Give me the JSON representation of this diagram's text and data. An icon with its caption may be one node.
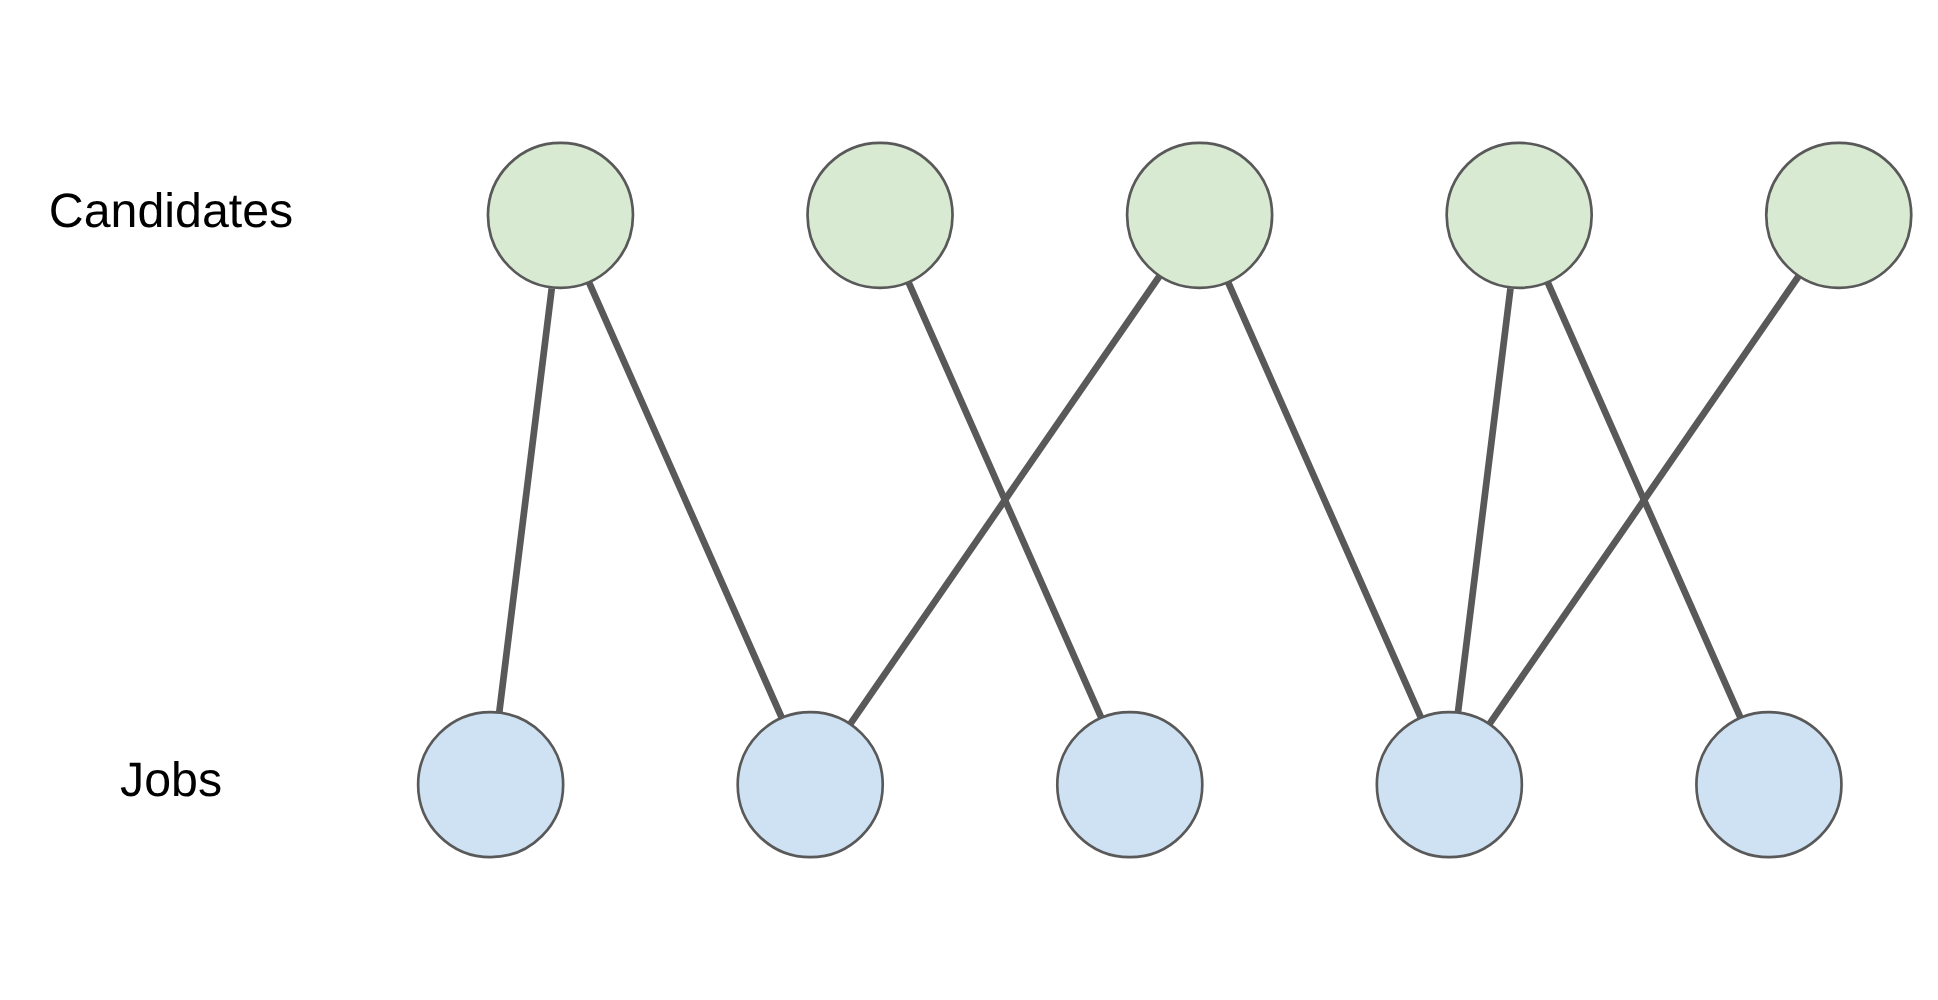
{
  "diagram": {
    "nodes": [
      {
        "text": [],
        "shape": "circle"
      },
      {
        "text": [],
        "shape": "circle"
      },
      {
        "text": [],
        "shape": "circle"
      },
      {
        "text": [],
        "shape": "circle"
      },
      {
        "text": [],
        "shape": "circle"
      },
      {
        "text": [],
        "shape": "circle"
      },
      {
        "text": [],
        "shape": "circle"
      },
      {
        "text": [],
        "shape": "circle"
      },
      {
        "text": [],
        "shape": "circle"
      },
      {
        "text": [],
        "shape": "circle"
      }
    ],
    "edges": [
      {
        "from": 0,
        "to": 5,
        "arrow": "none"
      },
      {
        "from": 0,
        "to": 6,
        "arrow": "none"
      },
      {
        "from": 1,
        "to": 7,
        "arrow": "none"
      },
      {
        "from": 2,
        "to": 6,
        "arrow": "none"
      },
      {
        "from": 2,
        "to": 8,
        "arrow": "none"
      },
      {
        "from": 3,
        "to": 8,
        "arrow": "none"
      },
      {
        "from": 3,
        "to": 9,
        "arrow": "none"
      },
      {
        "from": 4,
        "to": 8,
        "arrow": "none"
      }
    ],
    "labels": [
      "Candidates",
      "Jobs"
    ]
  }
}
